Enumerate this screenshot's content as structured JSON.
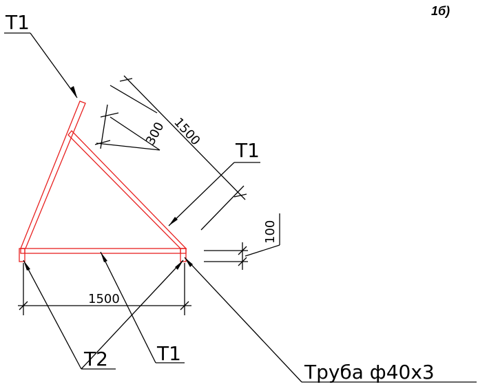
{
  "figure_label": "1б)",
  "callouts": {
    "t1_top": "T1",
    "t1_right": "T1",
    "t1_bottom": "T1",
    "t2": "T2",
    "pipe": "Труба ф40х3"
  },
  "dimensions": {
    "diag_300": "300",
    "diag_1500": "1500",
    "height_100": "100",
    "base_1500": "1500"
  },
  "colors": {
    "member": "#e8201f",
    "line": "#000000"
  }
}
